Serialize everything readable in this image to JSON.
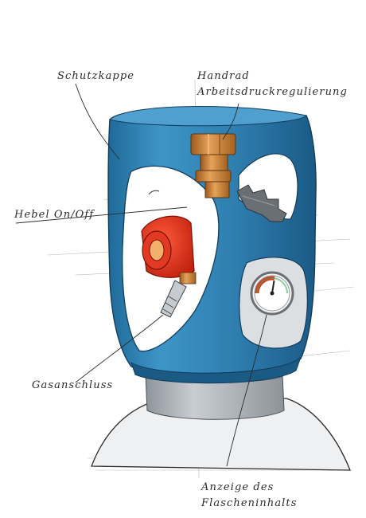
{
  "labels": {
    "schutzkappe": "Schutzkappe",
    "handrad_line1": "Handrad",
    "handrad_line2": "Arbeitsdruckregulierung",
    "hebel": "Hebel On/Off",
    "gasanschluss": "Gasanschluss",
    "anzeige_line1": "Anzeige des",
    "anzeige_line2": "Flascheninhalts"
  },
  "colors": {
    "cap_blue": "#2f7fb0",
    "cap_dark": "#1c5a84",
    "cap_light": "#6fb4dc",
    "lever_red": "#e2321f",
    "brass": "#d08a3c",
    "neck_gray": "#a7adb3",
    "ink": "#2b2b2b"
  },
  "gauge": {
    "fill_fraction": 0.55
  }
}
